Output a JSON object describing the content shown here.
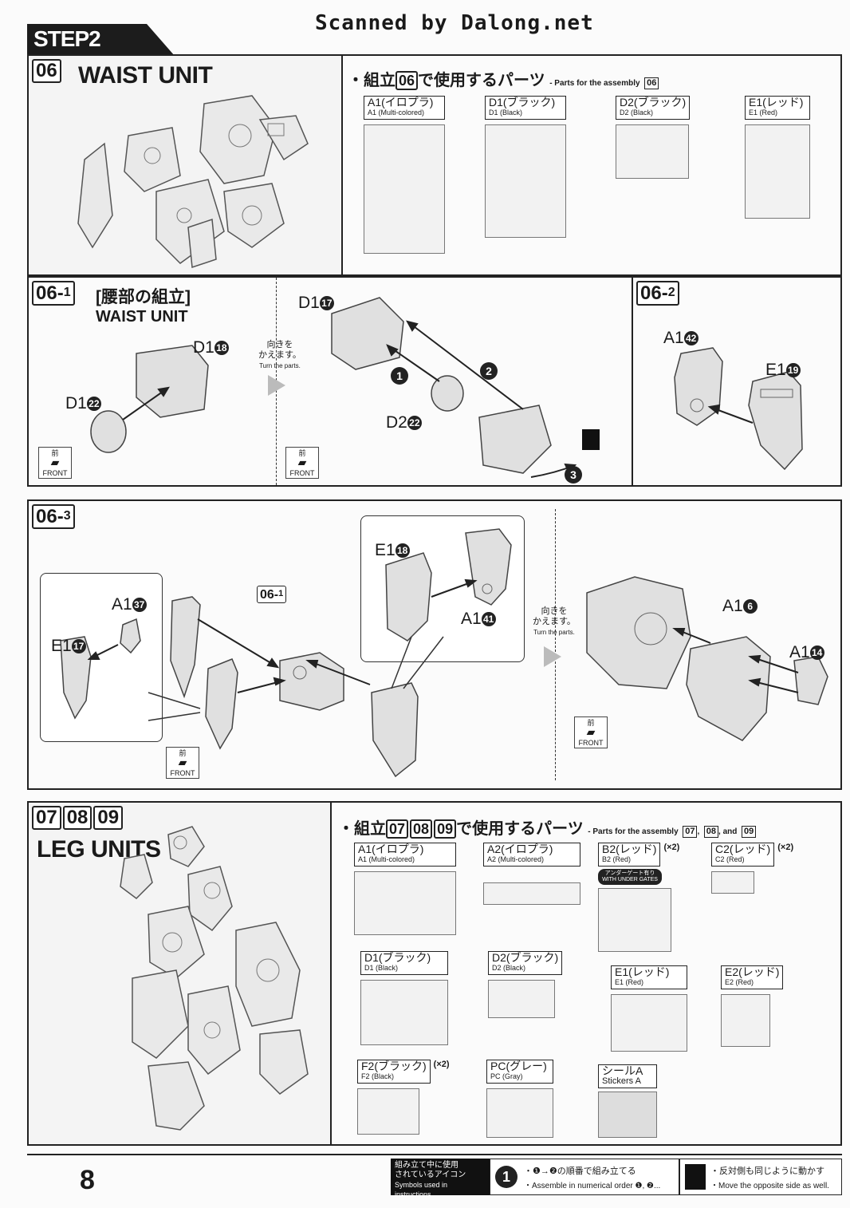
{
  "watermark": "Scanned by Dalong.net",
  "step": "STEP2",
  "waist": {
    "number": "06",
    "title": "WAIST UNIT",
    "parts_header_jp_pre": "・組立",
    "parts_header_num": "06",
    "parts_header_jp_post": "で使用するパーツ",
    "parts_header_en": "- Parts for the assembly",
    "parts_header_en_num": "06",
    "runners": [
      {
        "jp": "A1(イロプラ)",
        "en": "A1 (Multi-colored)"
      },
      {
        "jp": "D1(ブラック)",
        "en": "D1 (Black)"
      },
      {
        "jp": "D2(ブラック)",
        "en": "D2 (Black)"
      },
      {
        "jp": "E1(レッド)",
        "en": "E1 (Red)"
      }
    ]
  },
  "step_06_1": {
    "number": "06",
    "sub": "1",
    "title_jp": "[腰部の組立]",
    "title_en": "WAIST UNIT",
    "parts": {
      "d1_18": "D1",
      "d1_22": "D1",
      "d1_17": "D1",
      "d2_22": "D2"
    },
    "circle_nums": {
      "n18": "18",
      "n22": "22",
      "n17": "17",
      "n22b": "22"
    },
    "order": [
      "1",
      "2",
      "3"
    ],
    "turn_jp1": "向きを",
    "turn_jp2": "かえます。",
    "turn_en": "Turn the parts."
  },
  "step_06_2": {
    "number": "06",
    "sub": "2",
    "parts": {
      "a1": "A1",
      "e1": "E1"
    },
    "circle_nums": {
      "n42": "42",
      "n19": "19"
    }
  },
  "step_06_3": {
    "number": "06",
    "sub": "3",
    "ref_number": "06",
    "ref_sub": "1",
    "parts": {
      "a1_37": "A1",
      "e1_17": "E1",
      "e1_18": "E1",
      "a1_41": "A1",
      "a1_6": "A1",
      "a1_14": "A1"
    },
    "circle_nums": {
      "n37": "37",
      "n17": "17",
      "n18": "18",
      "n41": "41",
      "n6": "6",
      "n14": "14"
    },
    "turn_jp1": "向きを",
    "turn_jp2": "かえます。",
    "turn_en": "Turn the parts."
  },
  "front": {
    "jp": "前",
    "en": "FRONT"
  },
  "legs": {
    "numbers": [
      "07",
      "08",
      "09"
    ],
    "title": "LEG UNITS",
    "parts_header_jp_pre": "・組立",
    "parts_header_jp_post": "で使用するパーツ",
    "parts_header_en": "- Parts for the assembly",
    "parts_header_en_and": ", and",
    "parts_header_comma": ",",
    "runners": [
      {
        "jp": "A1(イロプラ)",
        "en": "A1 (Multi-colored)",
        "times": ""
      },
      {
        "jp": "A2(イロプラ)",
        "en": "A2 (Multi-colored)",
        "times": ""
      },
      {
        "jp": "B2(レッド)",
        "en": "B2 (Red)",
        "times": "(×2)"
      },
      {
        "jp": "C2(レッド)",
        "en": "C2 (Red)",
        "times": "(×2)"
      },
      {
        "jp": "D1(ブラック)",
        "en": "D1 (Black)",
        "times": ""
      },
      {
        "jp": "D2(ブラック)",
        "en": "D2 (Black)",
        "times": ""
      },
      {
        "jp": "E1(レッド)",
        "en": "E1 (Red)",
        "times": ""
      },
      {
        "jp": "E2(レッド)",
        "en": "E2 (Red)",
        "times": ""
      },
      {
        "jp": "F2(ブラック)",
        "en": "F2 (Black)",
        "times": "(×2)"
      },
      {
        "jp": "PC(グレー)",
        "en": "PC (Gray)",
        "times": ""
      },
      {
        "jp": "シールA",
        "en": "Stickers A",
        "times": ""
      }
    ],
    "under_gate_jp": "アンダーゲート有り",
    "under_gate_en": "WITH UNDER GATES"
  },
  "page_number": "8",
  "footer": {
    "icons_jp1": "組み立て中に使用",
    "icons_jp2": "されているアイコン",
    "icons_en": "Symbols used in instructions",
    "num_icon": "1",
    "order_jp": "・❶→❷の順番で組み立てる",
    "order_en": "・Assemble in numerical order ❶, ❷...",
    "opp_jp": "・反対側も同じように動かす",
    "opp_en": "・Move the opposite side as well."
  }
}
